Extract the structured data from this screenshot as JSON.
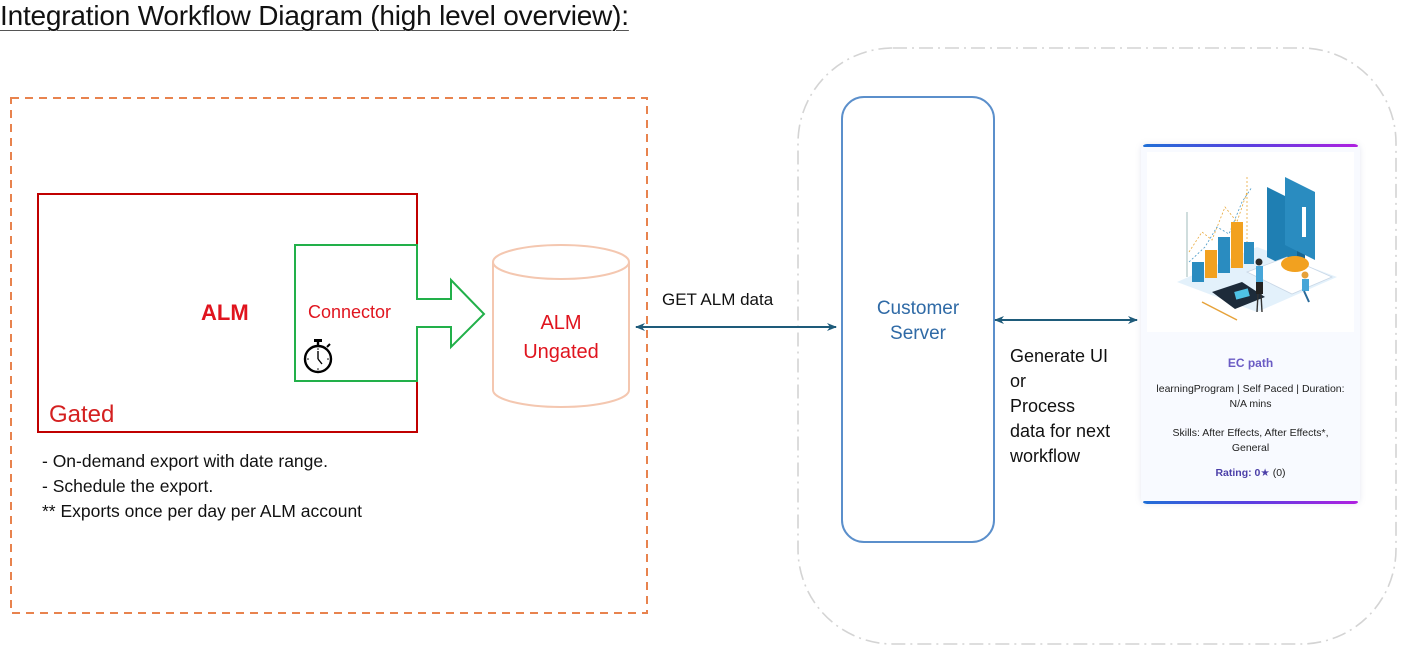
{
  "title": "Integration Workflow Diagram (high level overview):",
  "left_panel": {
    "alm_label": "ALM",
    "gated_label": "Gated",
    "connector_label": "Connector",
    "connector_icon": "stopwatch-icon",
    "database_label_line1": "ALM",
    "database_label_line2": "Ungated",
    "notes": [
      "- On-demand export with date range.",
      "- Schedule the export.",
      "** Exports once per day per ALM account"
    ]
  },
  "get_arrow_label": "GET ALM data",
  "right_panel": {
    "server_label_line1": "Customer",
    "server_label_line2": "Server",
    "output_label": "Generate UI\nor\nProcess\ndata for next\nworkflow",
    "card": {
      "image_icon": "analytics-illustration",
      "title": "EC path",
      "meta_line1": "learningProgram | Self Paced | Duration:",
      "meta_line2": "N/A mins",
      "skills_line1": "Skills: After Effects, After Effects*,",
      "skills_line2": "General",
      "rating_label": "Rating: 0★",
      "rating_count": "(0)"
    }
  },
  "colors": {
    "gated_border": "#c00000",
    "connector_border": "#22b04a",
    "alm_text": "#e0141e",
    "database_border": "#f4c7b0",
    "outer_dashed_left": "#e8834e",
    "outer_dashed_right": "#d4d4d4",
    "server_border": "#5b8fcb",
    "arrow": "#1e5b7a"
  }
}
